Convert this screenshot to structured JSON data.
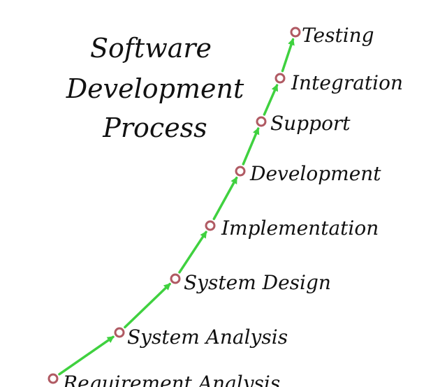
{
  "title": {
    "lines": [
      "Software",
      "Development",
      "Process"
    ]
  },
  "colors": {
    "arrow": "#3fd13f",
    "node_ring": "#b05a63",
    "text": "#111111",
    "background": "#ffffff"
  },
  "steps": [
    {
      "label": "Requirement Analysis",
      "icon": "circle-node-icon"
    },
    {
      "label": "System Analysis",
      "icon": "circle-node-icon"
    },
    {
      "label": "System Design",
      "icon": "circle-node-icon"
    },
    {
      "label": "Implementation",
      "icon": "circle-node-icon"
    },
    {
      "label": "Development",
      "icon": "circle-node-icon"
    },
    {
      "label": "Support",
      "icon": "circle-node-icon"
    },
    {
      "label": "Integration",
      "icon": "circle-node-icon"
    },
    {
      "label": "Testing",
      "icon": "circle-node-icon"
    }
  ]
}
